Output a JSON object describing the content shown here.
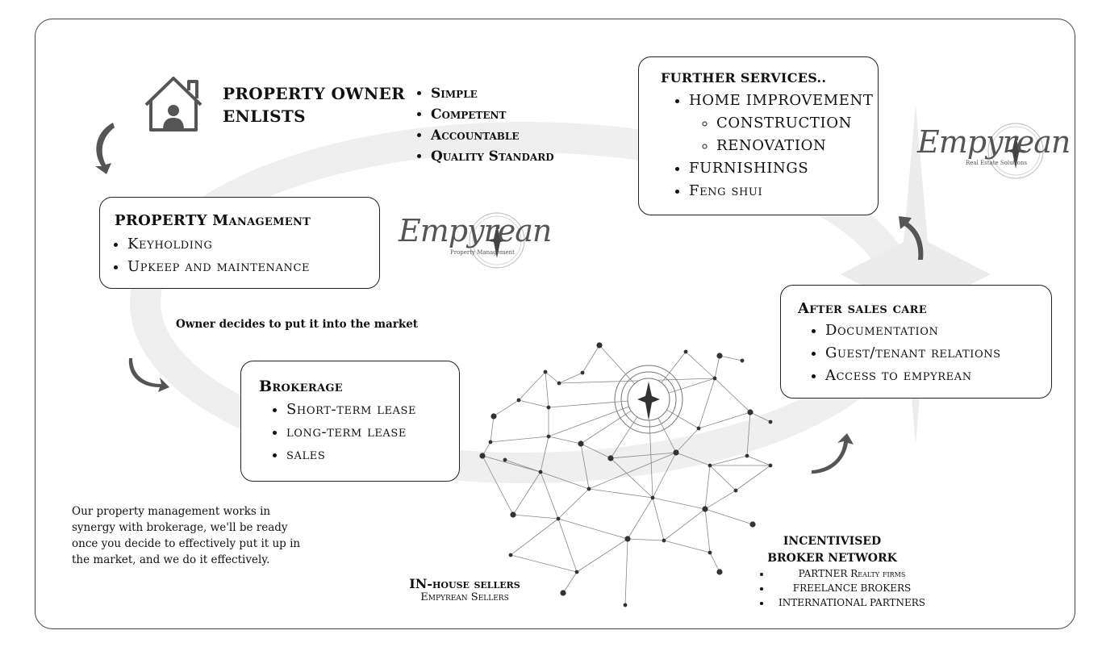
{
  "owner": {
    "title_line1": "PROPERTY OWNER",
    "title_line2": "ENLISTS",
    "qualities": [
      "Simple",
      "Competent",
      "Accountable",
      "Quality Standard"
    ]
  },
  "property_management": {
    "title": "PROPERTY Management",
    "items": [
      "Keyholding",
      "Upkeep and maintenance"
    ]
  },
  "logo_pm": {
    "word": "Empyrean",
    "sub": "Property Management"
  },
  "logo_re": {
    "word": "Empyrean",
    "sub": "Real Estate Solutions"
  },
  "decision_label": "Owner decides to put it into the market",
  "brokerage": {
    "title": "Brokerage",
    "items": [
      "Short-term lease",
      "long-term lease",
      "sales"
    ]
  },
  "synergy_note": "Our property management works in synergy with brokerage, we'll be ready once you decide to effectively put it up in the market, and we do it effectively.",
  "further_services": {
    "title": "FURTHER SERVICES..",
    "home_improvement": "HOME IMPROVEMENT",
    "sub_items": [
      "CONSTRUCTION",
      "RENOVATION"
    ],
    "items_after": [
      "FURNISHINGS",
      "Feng shui"
    ]
  },
  "after_sales": {
    "title": "After sales care",
    "items": [
      "Documentation",
      "Guest/tenant relations",
      "Access to empyrean"
    ]
  },
  "in_house": {
    "title": "IN-house sellers",
    "subtitle": "Empyrean Sellers"
  },
  "broker_network": {
    "title_line1": "INCENTIVISED",
    "title_line2": "BROKER NETWORK",
    "items": [
      "PARTNER Realty firms",
      "FREELANCE BROKERS",
      "INTERNATIONAL PARTNERS"
    ]
  },
  "icons": [
    "house-person-icon",
    "curved-arrow-icon",
    "network-graph-icon"
  ],
  "colors": {
    "arrow": "#555555",
    "watermark": "#eeeeee",
    "text": "#111111",
    "border": "#222222"
  }
}
